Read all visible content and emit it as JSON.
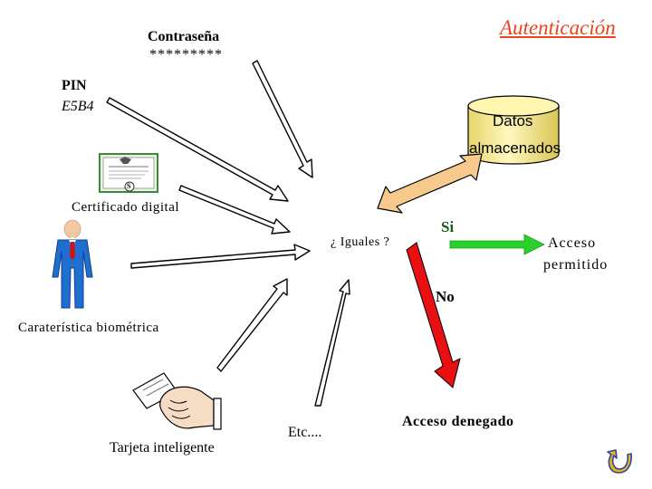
{
  "title": "Autenticación",
  "password": {
    "label": "Contraseña",
    "value": "*********"
  },
  "pin": {
    "label": "PIN",
    "value": "E5B4"
  },
  "stored_data": {
    "line1": "Datos",
    "line2": "almacenados"
  },
  "certificate": {
    "label": "Certificado digital",
    "seal": "S"
  },
  "compare": {
    "label": "¿ Iguales ?"
  },
  "yes": {
    "label": "Si",
    "result_line1": "Acceso",
    "result_line2": "permitido"
  },
  "no": {
    "label": "No",
    "result": "Acceso denegado"
  },
  "biometric": {
    "label": "Caraterística biométrica"
  },
  "smartcard": {
    "label": "Tarjeta inteligente"
  },
  "etc": {
    "label": "Etc...."
  },
  "colors": {
    "title": "#e8431c",
    "cylinder": "#fff2a6",
    "double_arrow": "#f7c98c",
    "yes_arrow": "#2bd12b",
    "no_arrow": "#e81010",
    "suit": "#1f6fd1",
    "tie": "#d41212"
  },
  "icons": [
    "certificate-icon",
    "person-icon",
    "hand-card-icon",
    "return-icon"
  ]
}
